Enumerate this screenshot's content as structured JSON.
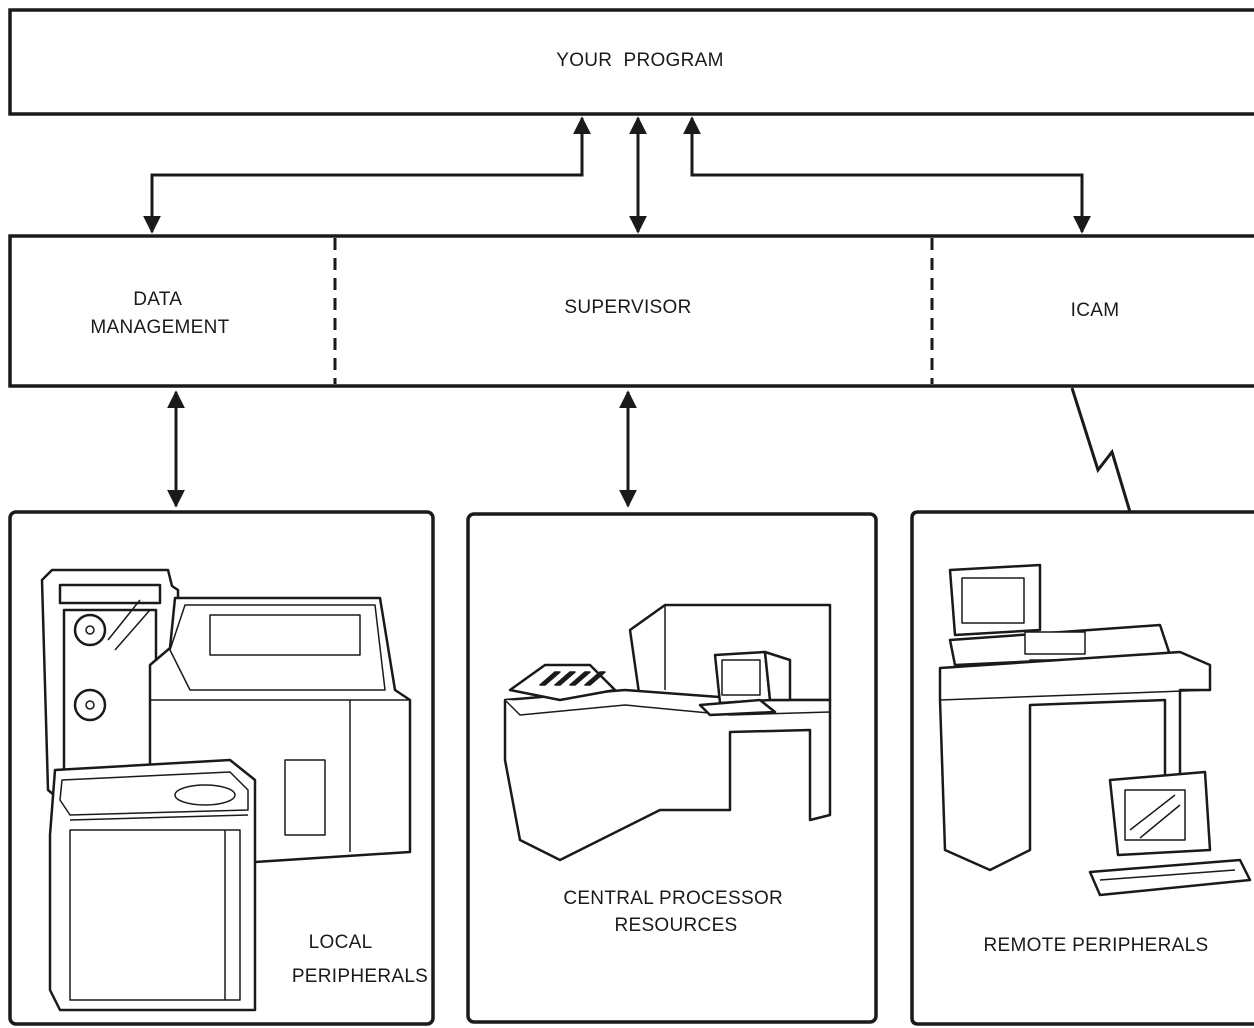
{
  "program_box": {
    "label": "YOUR  PROGRAM"
  },
  "system_row": {
    "data_management": [
      "DATA",
      "MANAGEMENT"
    ],
    "supervisor": "SUPERVISOR",
    "icam": "ICAM"
  },
  "panels": {
    "local": [
      "LOCAL",
      "PERIPHERALS"
    ],
    "central": [
      "CENTRAL PROCESSOR",
      "RESOURCES"
    ],
    "remote": "REMOTE PERIPHERALS"
  },
  "icons": {
    "local_equipment": "tape-drive-printer-disk-drive-icon",
    "central_equipment": "processor-console-desk-icon",
    "remote_equipment": "remote-terminal-workstation-icon"
  }
}
